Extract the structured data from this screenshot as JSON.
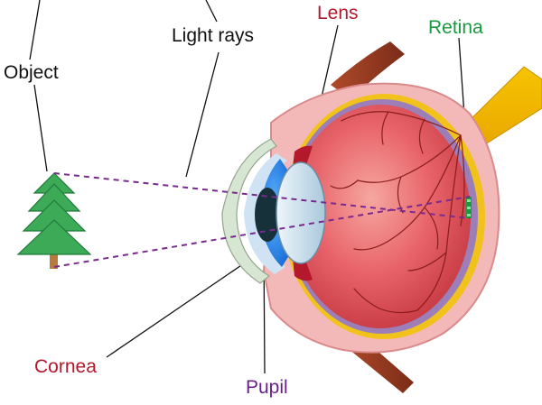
{
  "labels": {
    "object": "Object",
    "light_rays": "Light rays",
    "lens": "Lens",
    "retina": "Retina",
    "cornea": "Cornea",
    "pupil": "Pupil"
  },
  "colors": {
    "lens_label": "#b3182c",
    "retina_label": "#1a9a3e",
    "cornea_label": "#b3182c",
    "pupil_label": "#6a1f8e",
    "light_rays": "#7a2a8e",
    "eyeball": "#e0545a",
    "sclera": "#f3b9b9",
    "iris": "#2a84e8",
    "tree": "#3daa58"
  }
}
